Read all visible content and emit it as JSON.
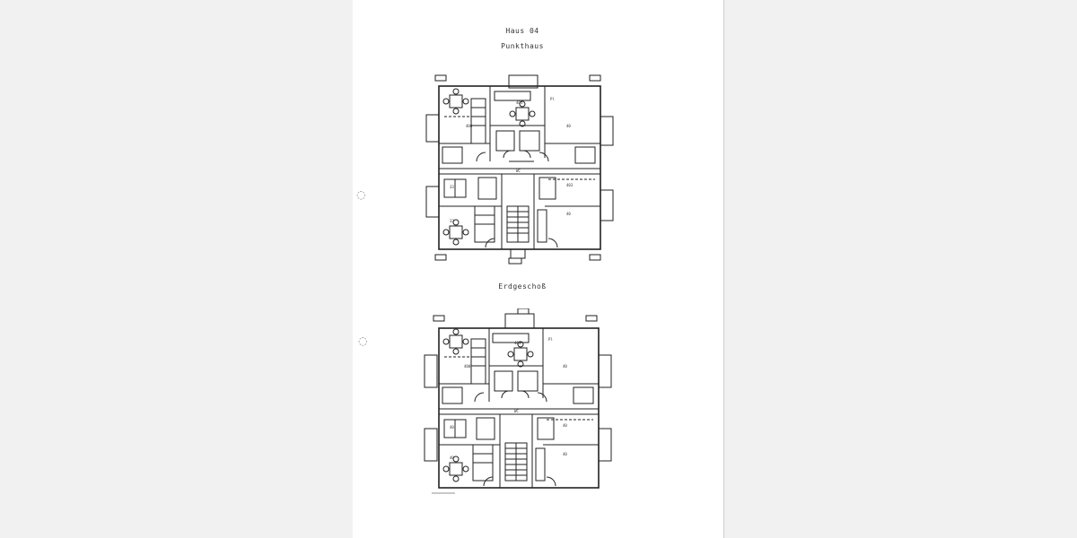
{
  "document": {
    "house": "Haus 04",
    "top_title": "Punkthaus",
    "bottom_title": "Erdgeschoß"
  }
}
